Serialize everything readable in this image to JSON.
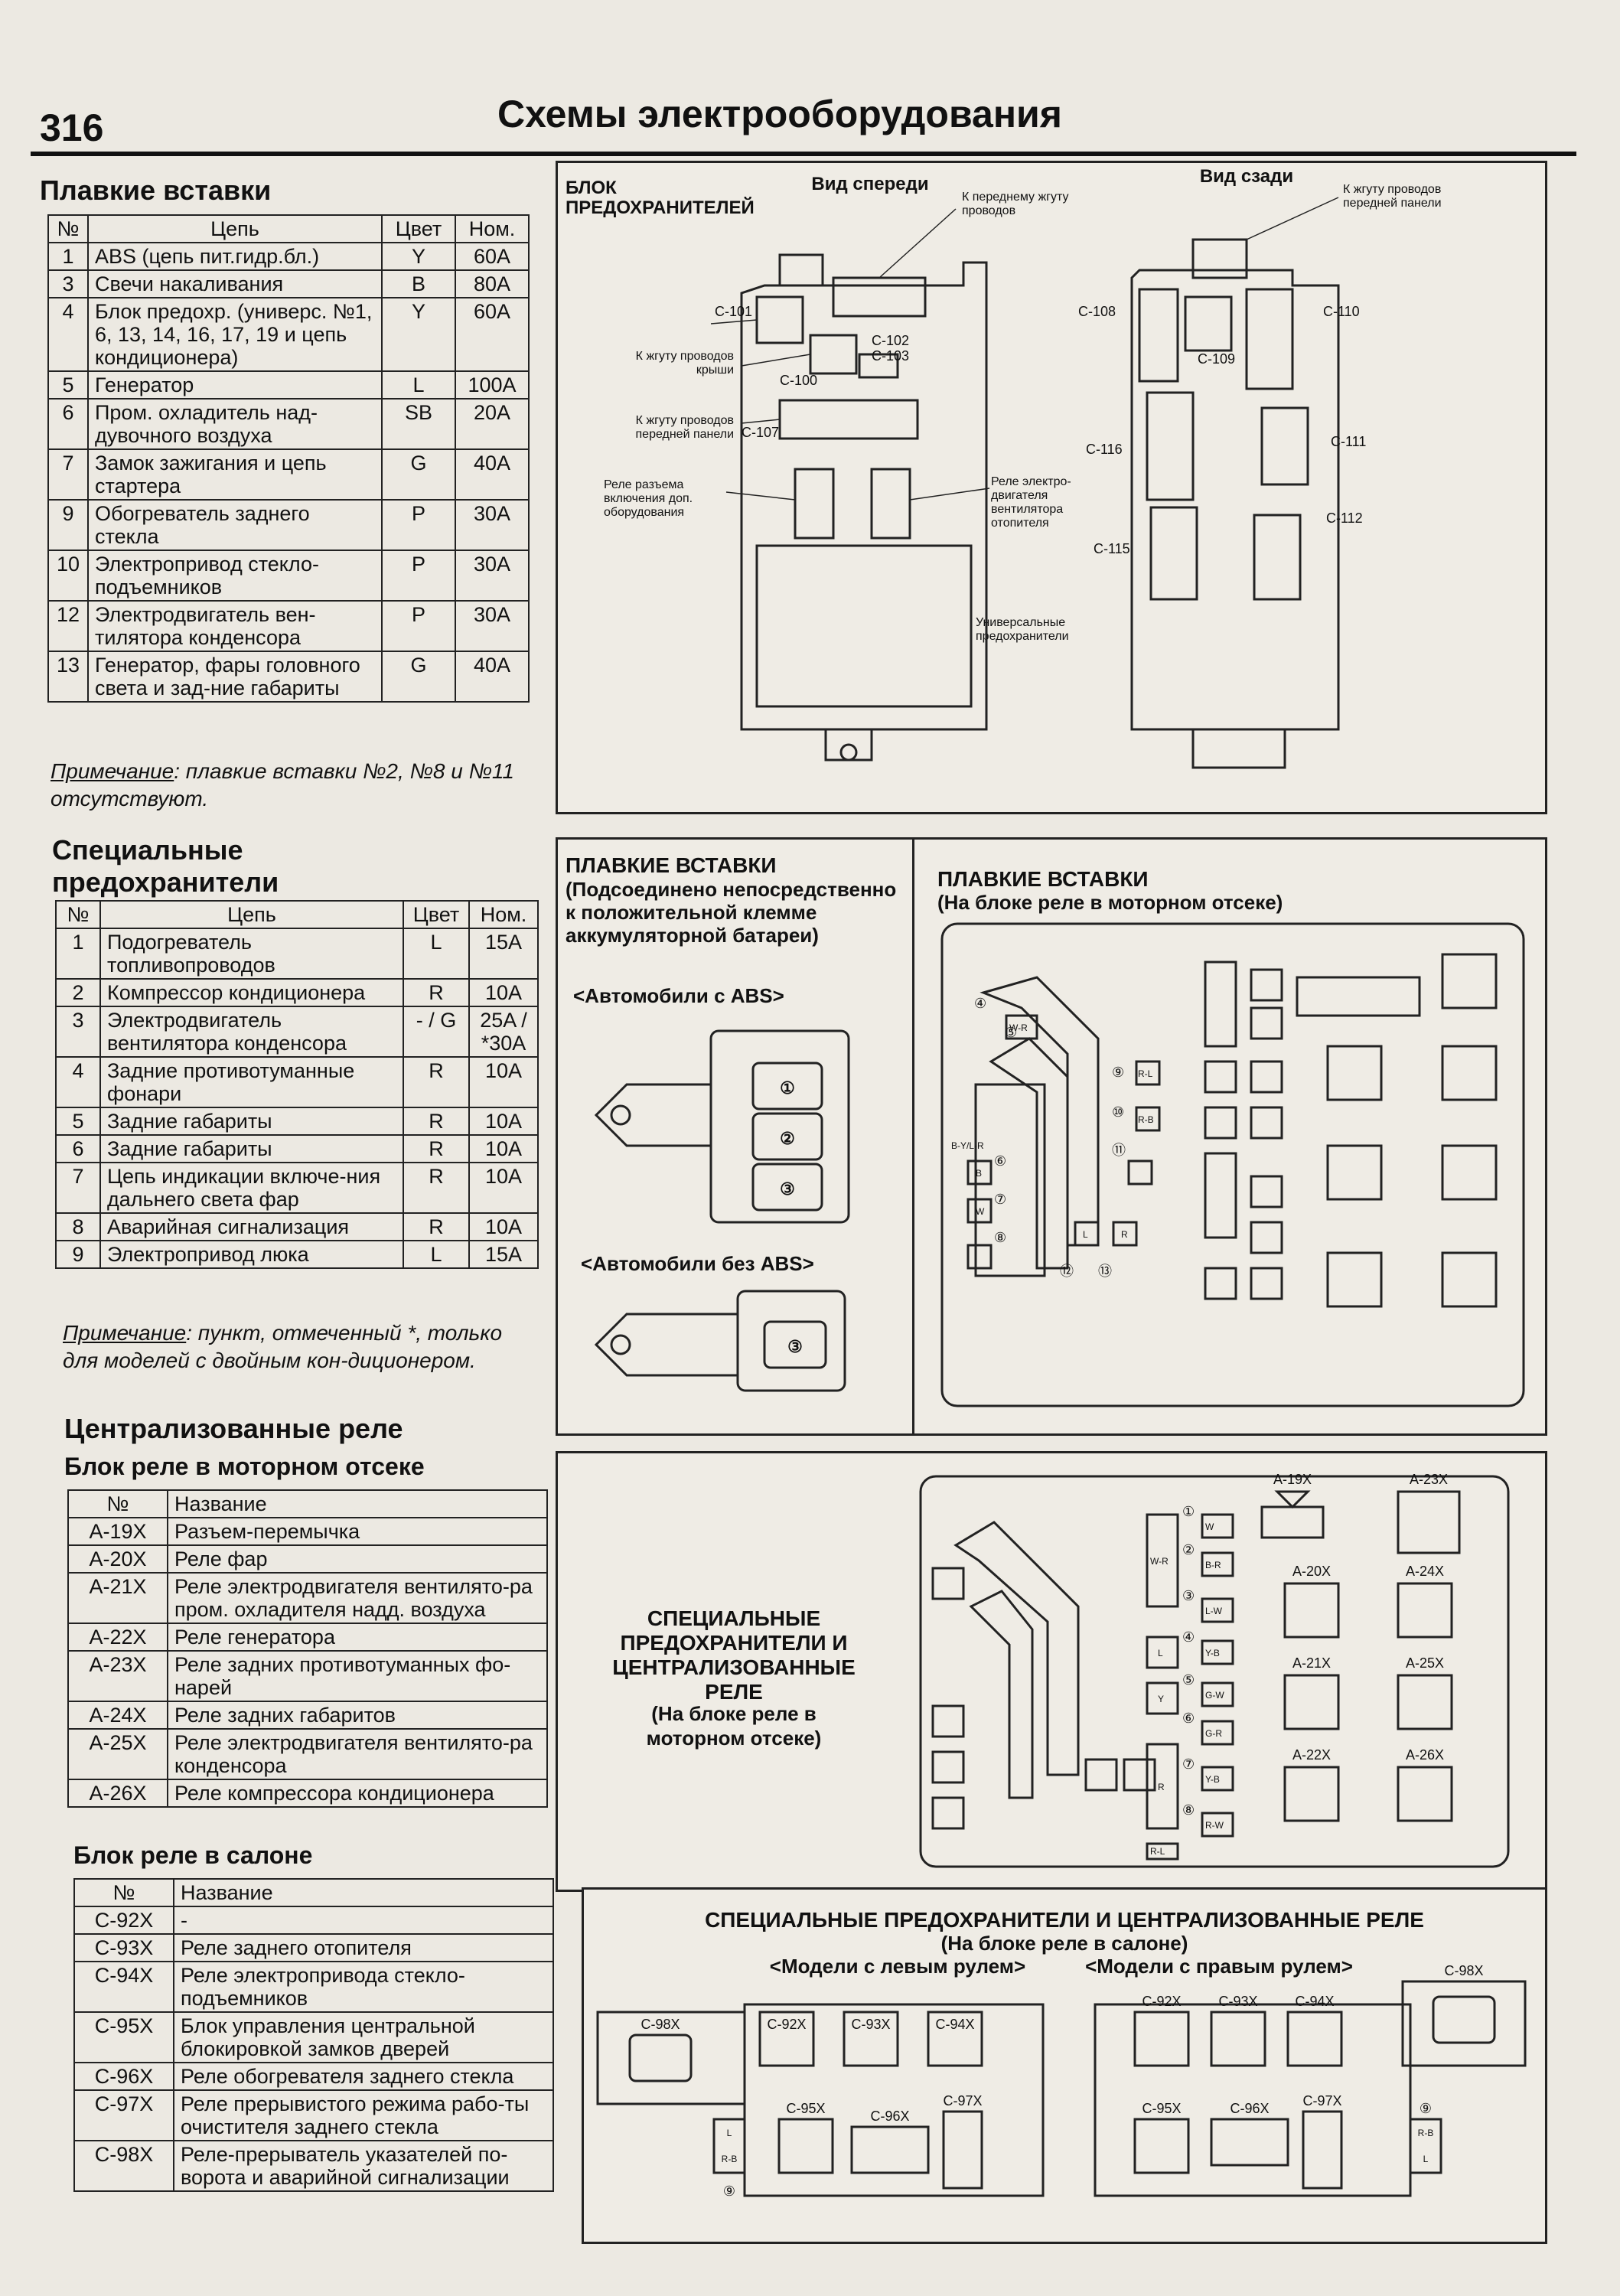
{
  "page": {
    "number": "316",
    "header": "Схемы электрооборудования"
  },
  "fusible_links": {
    "title": "Плавкие вставки",
    "headers": [
      "№",
      "Цепь",
      "Цвет",
      "Ном."
    ],
    "rows": [
      [
        "1",
        "ABS (цепь пит.гидр.бл.)",
        "Y",
        "60A"
      ],
      [
        "3",
        "Свечи накаливания",
        "B",
        "80A"
      ],
      [
        "4",
        "Блок предохр. (универс. №1, 6, 13, 14, 16, 17, 19 и цепь кондиционера)",
        "Y",
        "60A"
      ],
      [
        "5",
        "Генератор",
        "L",
        "100A"
      ],
      [
        "6",
        "Пром. охладитель над-дувочного воздуха",
        "SB",
        "20A"
      ],
      [
        "7",
        "Замок зажигания и цепь стартера",
        "G",
        "40A"
      ],
      [
        "9",
        "Обогреватель заднего стекла",
        "P",
        "30A"
      ],
      [
        "10",
        "Электропривод стекло-подъемников",
        "P",
        "30A"
      ],
      [
        "12",
        "Электродвигатель вен-тилятора конденсора",
        "P",
        "30A"
      ],
      [
        "13",
        "Генератор, фары головного света и зад-ние габариты",
        "G",
        "40A"
      ]
    ],
    "note_label": "Примечание",
    "note_text": ": плавкие вставки №2, №8 и №11 отсутствуют."
  },
  "special_fuses": {
    "title": "Специальные предохранители",
    "headers": [
      "№",
      "Цепь",
      "Цвет",
      "Ном."
    ],
    "rows": [
      [
        "1",
        "Подогреватель топливопроводов",
        "L",
        "15A"
      ],
      [
        "2",
        "Компрессор кондиционера",
        "R",
        "10A"
      ],
      [
        "3",
        "Электродвигатель вентилятора конденсора",
        "- / G",
        "25A / *30A"
      ],
      [
        "4",
        "Задние противотуманные фонари",
        "R",
        "10A"
      ],
      [
        "5",
        "Задние габариты",
        "R",
        "10A"
      ],
      [
        "6",
        "Задние габариты",
        "R",
        "10A"
      ],
      [
        "7",
        "Цепь индикации включе-ния дальнего света фар",
        "R",
        "10A"
      ],
      [
        "8",
        "Аварийная сигнализация",
        "R",
        "10A"
      ],
      [
        "9",
        "Электропривод люка",
        "L",
        "15A"
      ]
    ],
    "note_label": "Примечание",
    "note_text": ": пункт, отмеченный *, только для моделей с двойным кон-диционером."
  },
  "relays": {
    "title": "Централизованные реле",
    "engine_title": "Блок реле в моторном отсеке",
    "headers": [
      "№",
      "Название"
    ],
    "engine_rows": [
      [
        "A-19X",
        "Разъем-перемычка"
      ],
      [
        "A-20X",
        "Реле фар"
      ],
      [
        "A-21X",
        "Реле электродвигателя вентилято-ра пром. охладителя надд. воздуха"
      ],
      [
        "A-22X",
        "Реле генератора"
      ],
      [
        "A-23X",
        "Реле задних противотуманных фо-нарей"
      ],
      [
        "A-24X",
        "Реле задних габаритов"
      ],
      [
        "A-25X",
        "Реле электродвигателя вентилято-ра конденсора"
      ],
      [
        "A-26X",
        "Реле компрессора кондиционера"
      ]
    ],
    "cabin_title": "Блок реле в салоне",
    "cabin_rows": [
      [
        "C-92X",
        "-"
      ],
      [
        "C-93X",
        "Реле заднего отопителя"
      ],
      [
        "C-94X",
        "Реле электропривода стекло-подъемников"
      ],
      [
        "C-95X",
        "Блок управления центральной блокировкой замков дверей"
      ],
      [
        "C-96X",
        "Реле обогревателя заднего стекла"
      ],
      [
        "C-97X",
        "Реле прерывистого режима рабо-ты очистителя заднего стекла"
      ],
      [
        "C-98X",
        "Реле-прерыватель указателей по-ворота и аварийной сигнализации"
      ]
    ]
  },
  "fuse_block_panel": {
    "title": "БЛОК ПРЕДОХРАНИТЕЛЕЙ",
    "front_view": "Вид спереди",
    "rear_view": "Вид сзади",
    "labels": {
      "front_harness": "К переднему жгуту проводов",
      "front_panel_harness_top": "К жгуту проводов передней панели",
      "roof_harness": "К жгуту проводов крыши",
      "front_panel_harness": "К жгуту проводов передней панели",
      "aux_relay": "Реле разъема включения доп. оборудования",
      "heater_relay": "Реле электро-двигателя вентилятора отопителя",
      "universal_fuses": "Универсальные предохранители"
    },
    "connectors": [
      "C-101",
      "C-102",
      "C-103",
      "C-100",
      "C-107",
      "C-108",
      "C-109",
      "C-110",
      "C-116",
      "C-111",
      "C-115",
      "C-112"
    ]
  },
  "fusible_battery_panel": {
    "title": "ПЛАВКИЕ ВСТАВКИ",
    "subtitle": "(Подсоединено непосредственно к положительной клемме аккумуляторной батареи)",
    "with_abs": "<Автомобили с ABS>",
    "without_abs": "<Автомобили без ABS>",
    "abs_numbers": [
      "①",
      "②",
      "③"
    ],
    "no_abs_numbers": [
      "③"
    ]
  },
  "fusible_relay_panel": {
    "title": "ПЛАВКИЕ ВСТАВКИ",
    "subtitle": "(На блоке реле в моторном отсеке)",
    "numbers": [
      "④",
      "⑤",
      "⑨",
      "⑩",
      "⑪",
      "⑥",
      "⑦",
      "⑧",
      "⑫",
      "⑬"
    ],
    "codes": [
      "W-R",
      "R-L",
      "R-B",
      "B-Y/L-R",
      "B",
      "W",
      "L",
      "R"
    ]
  },
  "special_engine_panel": {
    "title": "СПЕЦИАЛЬНЫЕ ПРЕДОХРАНИТЕЛИ И ЦЕНТРАЛИЗОВАННЫЕ РЕЛЕ",
    "subtitle": "(На блоке реле в моторном отсеке)",
    "relay_labels": [
      "A-19X",
      "A-23X",
      "A-20X",
      "A-24X",
      "A-21X",
      "A-25X",
      "A-22X",
      "A-26X"
    ],
    "fuse_numbers": [
      "①",
      "②",
      "③",
      "④",
      "⑤",
      "⑥",
      "⑦",
      "⑧"
    ],
    "fuse_codes": [
      "W",
      "B-R",
      "L-W",
      "Y-B",
      "G-W",
      "G-R",
      "Y-B",
      "R-W"
    ],
    "side_codes": [
      "W-R",
      "L",
      "Y",
      "R",
      "R-L"
    ]
  },
  "special_cabin_panel": {
    "title": "СПЕЦИАЛЬНЫЕ ПРЕДОХРАНИТЕЛИ И ЦЕНТРАЛИЗОВАННЫЕ РЕЛЕ",
    "subtitle": "(На блоке реле в салоне)",
    "left_models": "<Модели с левым рулем>",
    "right_models": "<Модели с правым рулем>",
    "relay_labels": [
      "C-98X",
      "C-92X",
      "C-93X",
      "C-94X",
      "C-95X",
      "C-96X",
      "C-97X"
    ],
    "fuse_number": "⑨",
    "fuse_codes": [
      "L",
      "R-B"
    ]
  }
}
